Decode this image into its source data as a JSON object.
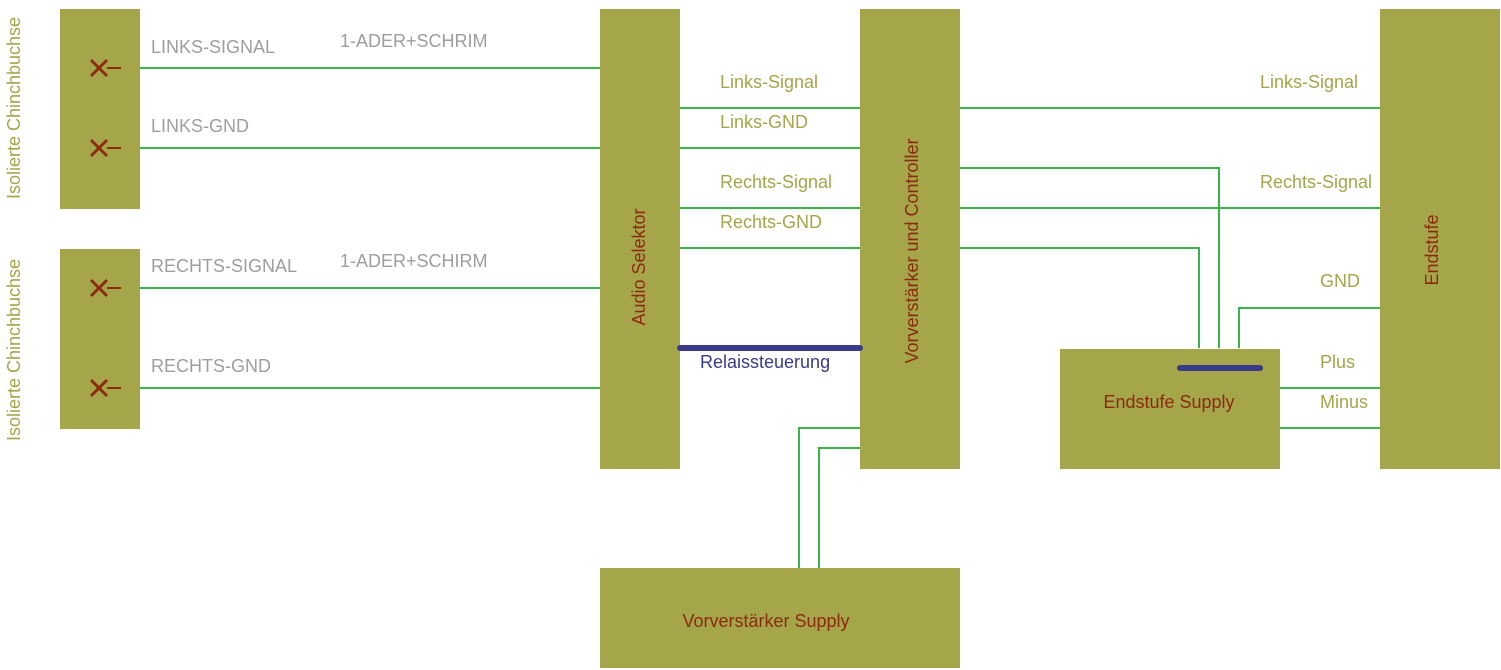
{
  "chinch_left_label": "Isolierte Chinchbuchse",
  "chinch_right_label": "Isolierte Chinchbuchse",
  "inputs": {
    "links_signal": "LINKS-SIGNAL",
    "links_gnd": "LINKS-GND",
    "rechts_signal": "RECHTS-SIGNAL",
    "rechts_gnd": "RECHTS-GND",
    "cable_top": "1-ADER+SCHRIM",
    "cable_bottom": "1-ADER+SCHIRM"
  },
  "blocks": {
    "audio_selektor": "Audio Selektor",
    "vorverstaerker": "Vorverstärker und Controller",
    "endstufe": "Endstufe",
    "endstufe_supply": "Endstufe Supply",
    "vorverstaerker_supply": "Vorverstärker Supply"
  },
  "mid_signals": {
    "links_signal": "Links-Signal",
    "links_gnd": "Links-GND",
    "rechts_signal": "Rechts-Signal",
    "rechts_gnd": "Rechts-GND",
    "relais": "Relaissteuerung"
  },
  "out_signals": {
    "links_signal": "Links-Signal",
    "rechts_signal": "Rechts-Signal",
    "gnd": "GND",
    "plus": "Plus",
    "minus": "Minus"
  },
  "colors": {
    "block": "#a5a54a",
    "wire": "#38b44a",
    "bus": "#3a3a8c",
    "block_text": "#8c2a0c",
    "label_gray": "#9e9e9e"
  }
}
